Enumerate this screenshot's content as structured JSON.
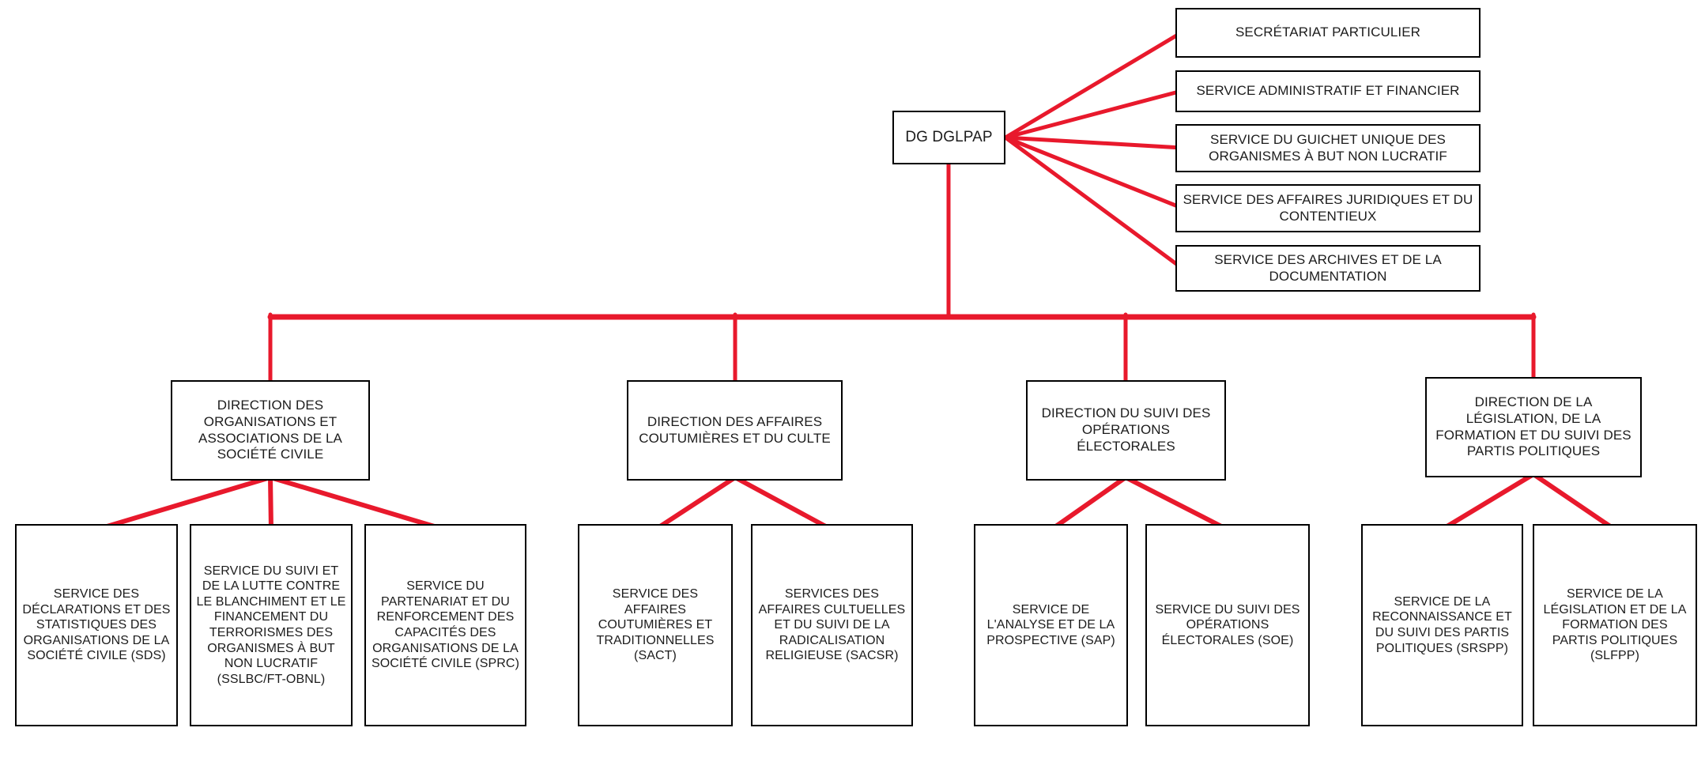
{
  "colors": {
    "accent_line": "#E8192C",
    "box_border": "#000000",
    "text": "#1C1C1C",
    "background": "#FFFFFF"
  },
  "root": {
    "label": "DG DGLPAP"
  },
  "staff_services": [
    {
      "label": "SECRÉTARIAT PARTICULIER"
    },
    {
      "label": "SERVICE ADMINISTRATIF ET FINANCIER"
    },
    {
      "label": "SERVICE DU GUICHET UNIQUE DES ORGANISMES À BUT NON LUCRATIF"
    },
    {
      "label": "SERVICE DES AFFAIRES JURIDIQUES ET DU CONTENTIEUX"
    },
    {
      "label": "SERVICE DES ARCHIVES ET DE LA DOCUMENTATION"
    }
  ],
  "directions": [
    {
      "label": "DIRECTION DES ORGANISATIONS ET ASSOCIATIONS DE LA SOCIÉTÉ CIVILE",
      "services": [
        "SERVICE DES DÉCLARATIONS ET DES STATISTIQUES DES ORGANISATIONS DE LA SOCIÉTÉ CIVILE (SDS)",
        "SERVICE DU SUIVI ET DE LA LUTTE CONTRE LE BLANCHIMENT ET LE FINANCEMENT DU TERRORISMES DES ORGANISMES À BUT NON LUCRATIF (SSLBC/FT-OBNL)",
        "SERVICE DU PARTENARIAT ET DU RENFORCEMENT DES CAPACITÉS DES ORGANISATIONS DE LA SOCIÉTÉ CIVILE (SPRC)"
      ]
    },
    {
      "label": "DIRECTION DES AFFAIRES COUTUMIÈRES ET DU CULTE",
      "services": [
        "SERVICE DES AFFAIRES COUTUMIÈRES ET TRADITIONNELLES (SACT)",
        "SERVICES DES AFFAIRES CULTUELLES ET DU SUIVI DE LA RADICALISATION RELIGIEUSE (SACSR)"
      ]
    },
    {
      "label": "DIRECTION DU SUIVI DES OPÉRATIONS ÉLECTORALES",
      "services": [
        "SERVICE DE L'ANALYSE ET DE LA PROSPECTIVE (SAP)",
        "SERVICE DU SUIVI DES OPÉRATIONS ÉLECTORALES (SOE)"
      ]
    },
    {
      "label": "DIRECTION DE LA LÉGISLATION, DE LA FORMATION ET DU SUIVI DES PARTIS POLITIQUES",
      "services": [
        "SERVICE DE LA RECONNAISSANCE ET DU SUIVI DES PARTIS POLITIQUES (SRSPP)",
        "SERVICE DE LA LÉGISLATION ET DE LA FORMATION DES PARTIS POLITIQUES (SLFPP)"
      ]
    }
  ]
}
